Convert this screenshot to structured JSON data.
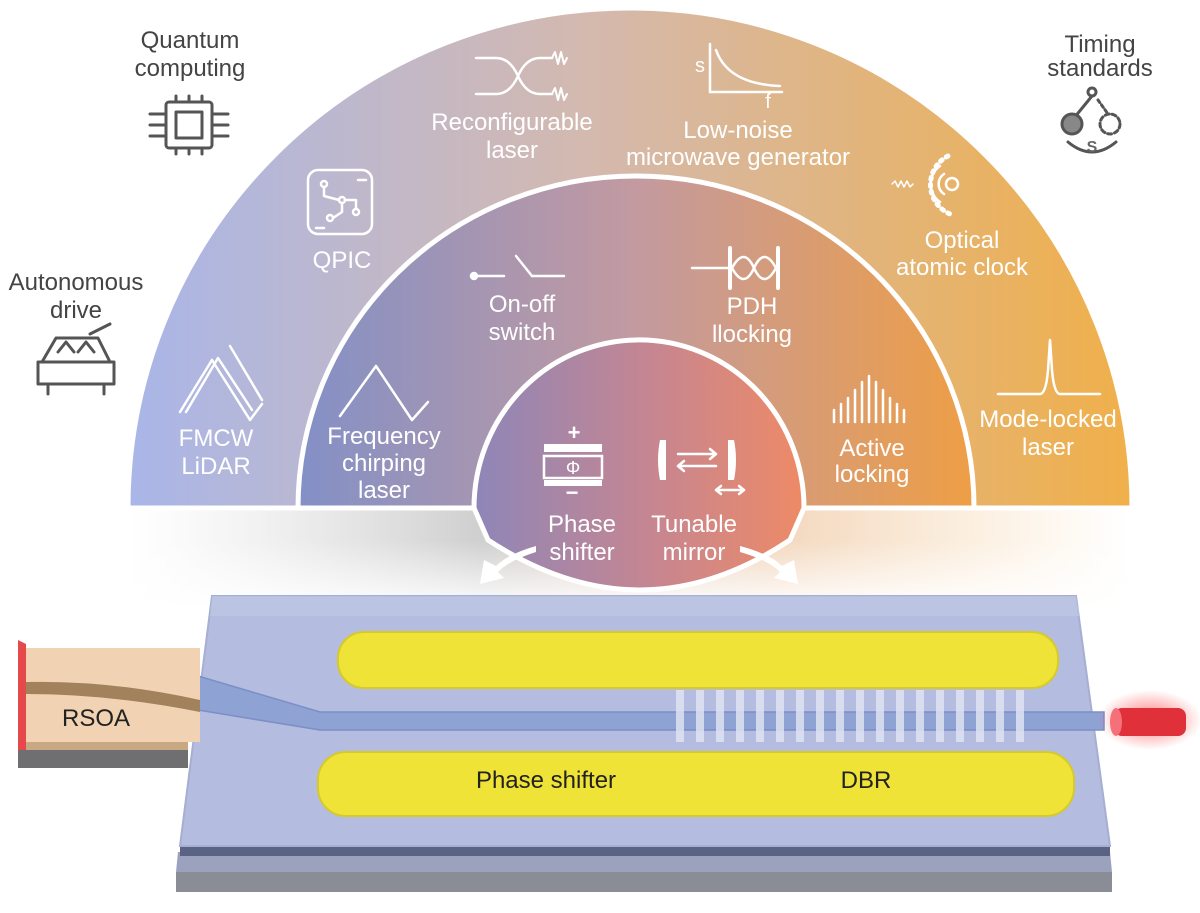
{
  "outer_applications": {
    "quantum_computing": [
      "Quantum",
      "computing"
    ],
    "autonomous_drive": [
      "Autonomous",
      "drive"
    ],
    "timing_standards": [
      "Timing",
      "standards"
    ]
  },
  "ring_outer": {
    "qpic": "QPIC",
    "reconfigurable_laser": [
      "Reconfigurable",
      "laser"
    ],
    "low_noise_mw": [
      "Low-noise",
      "microwave generator"
    ],
    "optical_clock": [
      "Optical",
      "atomic clock"
    ],
    "fmcw_lidar": [
      "FMCW",
      "LiDAR"
    ],
    "mode_locked_laser": [
      "Mode-locked",
      "laser"
    ],
    "axis_s": "s",
    "axis_f": "f"
  },
  "ring_middle": {
    "on_off_switch": [
      "On-off",
      "switch"
    ],
    "pdh_locking": [
      "PDH",
      "llocking"
    ],
    "frequency_chirping_laser": [
      "Frequency",
      "chirping",
      "laser"
    ],
    "active_locking": [
      "Active",
      "locking"
    ]
  },
  "ring_inner": {
    "phase_shifter": [
      "Phase",
      "shifter"
    ],
    "tunable_mirror": [
      "Tunable",
      "mirror"
    ],
    "plus": "+",
    "minus": "−",
    "phi": "Φ"
  },
  "chip": {
    "rsoa": "RSOA",
    "phase_shifter": "Phase shifter",
    "dbr": "DBR"
  },
  "colors": {
    "arc_left": "#a9b6e6",
    "arc_right": "#efb24a",
    "heater": "#eee336",
    "chip_top": "#b3bbdd",
    "laser_output": "#e0303a"
  }
}
